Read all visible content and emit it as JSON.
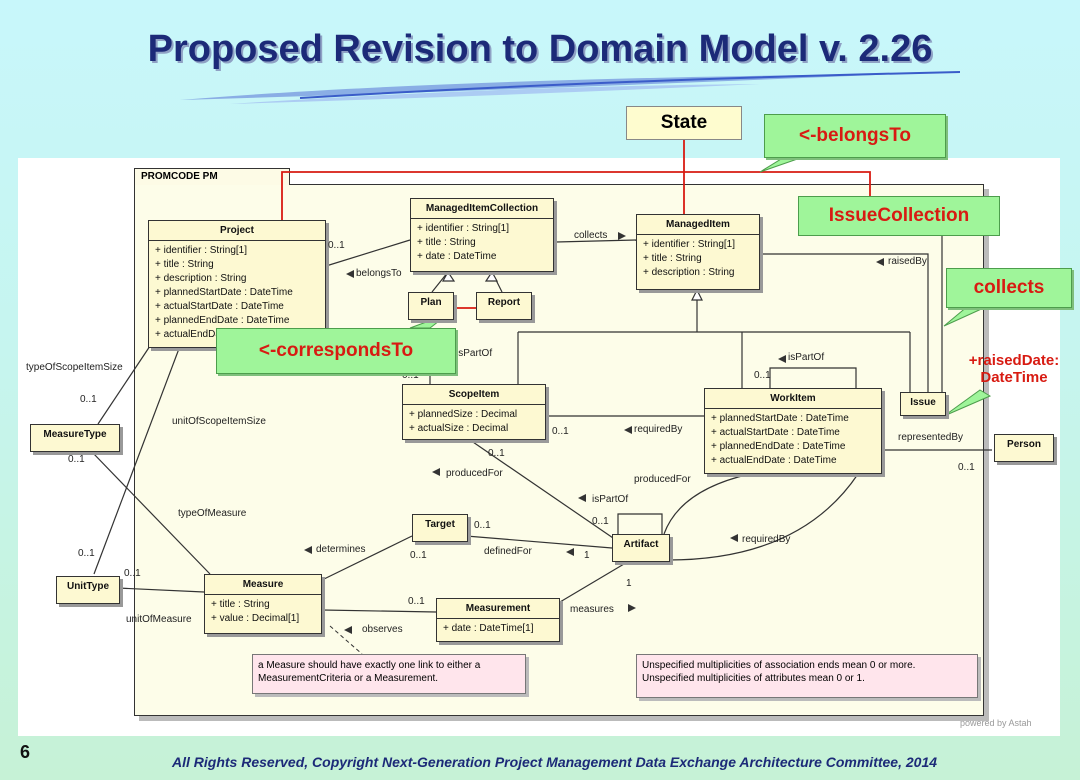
{
  "title": "Proposed Revision to Domain Model v. 2.26",
  "package_label": "PROMCODE PM",
  "classes": {
    "project": {
      "name": "Project",
      "attrs": [
        "+ identifier : String[1]",
        "+ title : String",
        "+ description : String",
        "+ plannedStartDate : DateTime",
        "+ actualStartDate : DateTime",
        "+ plannedEndDate : DateTime",
        "+ actualEndDate : DateTime"
      ]
    },
    "managed_item_collection": {
      "name": "ManagedItemCollection",
      "attrs": [
        "+ identifier : String[1]",
        "+ title : String",
        "+ date : DateTime"
      ]
    },
    "managed_item": {
      "name": "ManagedItem",
      "attrs": [
        "+ identifier : String[1]",
        "+ title : String",
        "+ description : String"
      ]
    },
    "plan": {
      "name": "Plan"
    },
    "report": {
      "name": "Report"
    },
    "scope_item": {
      "name": "ScopeItem",
      "attrs": [
        "+ plannedSize : Decimal",
        "+ actualSize : Decimal"
      ]
    },
    "work_item": {
      "name": "WorkItem",
      "attrs": [
        "+ plannedStartDate : DateTime",
        "+ actualStartDate : DateTime",
        "+ plannedEndDate : DateTime",
        "+ actualEndDate : DateTime"
      ]
    },
    "issue": {
      "name": "Issue"
    },
    "person": {
      "name": "Person"
    },
    "measure_type": {
      "name": "MeasureType"
    },
    "unit_type": {
      "name": "UnitType"
    },
    "measure": {
      "name": "Measure",
      "attrs": [
        "+ title : String",
        "+ value : Decimal[1]"
      ]
    },
    "target": {
      "name": "Target"
    },
    "artifact": {
      "name": "Artifact"
    },
    "measurement": {
      "name": "Measurement",
      "attrs": [
        "+ date : DateTime[1]"
      ]
    }
  },
  "labels": {
    "collects": "collects",
    "belongs_to": "belongsTo",
    "raised_by": "raisedBy",
    "is_part_of_a": "isPartOf",
    "is_part_of_b": "isPartOf",
    "is_part_of_c": "isPartOf",
    "required_by_a": "requiredBy",
    "required_by_b": "requiredBy",
    "represented_by": "representedBy",
    "produced_for_a": "producedFor",
    "produced_for_b": "producedFor",
    "type_of_scope_item_size": "typeOfScopeItemSize",
    "unit_of_scope_item_size": "unitOfScopeItemSize",
    "type_of_measure": "typeOfMeasure",
    "unit_of_measure": "unitOfMeasure",
    "determines": "determines",
    "defined_for": "definedFor",
    "observes": "observes",
    "measures": "measures",
    "m_01": "0..1",
    "m_1": "1"
  },
  "notes": {
    "measure_note": [
      "a Measure should have exactly one link to either a",
      "MeasurementCriteria or a Measurement."
    ],
    "multiplicity_note": [
      "Unspecified multiplicities of association ends mean 0 or more.",
      "Unspecified multiplicities of attributes mean 0 or 1."
    ]
  },
  "callouts": {
    "state": "State",
    "belongs_to": "<-belongsTo",
    "issue_collection": "IssueCollection",
    "collects": "collects",
    "corresponds_to": "<-correspondsTo",
    "raised_date_1": "+raisedDate:",
    "raised_date_2": "DateTime"
  },
  "powered_by": "powered by Astah",
  "page_number": "6",
  "footer": "All Rights Reserved, Copyright Next-Generation Project Management Data Exchange Architecture Committee, 2014",
  "colors": {
    "title": "#1c2a78",
    "callout_bg": "#9ff59a",
    "callout_text": "#d81b12",
    "class_fill": "#fdf9d2",
    "note_fill": "#ffe5ec"
  }
}
